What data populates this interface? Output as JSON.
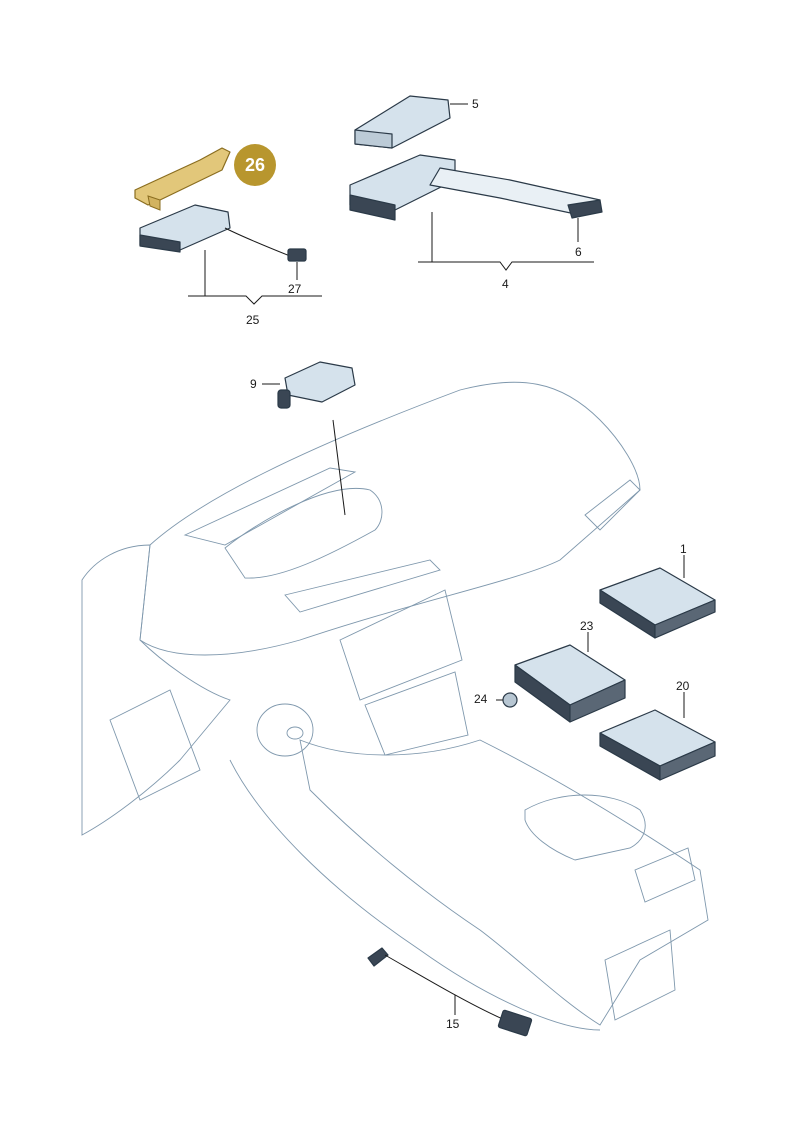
{
  "colors": {
    "highlight_badge": "#b8962e",
    "highlight_part": "#e2c77a",
    "part_fill": "#d5e2ec",
    "part_dark": "#3a4654",
    "dashboard_fill": "#e3ecf3",
    "dashboard_stroke": "#7f98ad"
  },
  "highlighted_callout": "26",
  "callouts": {
    "c1": "1",
    "c4": "4",
    "c5": "5",
    "c6": "6",
    "c9": "9",
    "c15": "15",
    "c20": "20",
    "c23": "23",
    "c24": "24",
    "c25": "25",
    "c26": "26",
    "c27": "27"
  }
}
